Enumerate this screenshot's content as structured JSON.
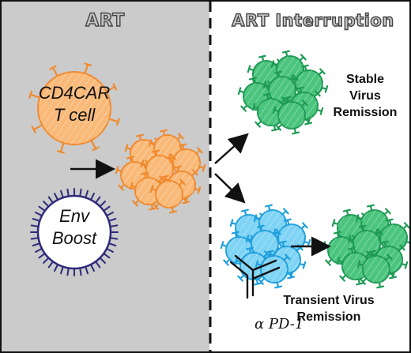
{
  "left_panel": {
    "title": "ART",
    "cd4car_label_line1": "CD4CAR",
    "cd4car_label_line2": "T cell",
    "env_label_line1": "Env",
    "env_label_line2": "Boost"
  },
  "right_panel": {
    "title": "ART Interruption",
    "stable_line1": "Stable",
    "stable_line2": "Virus",
    "stable_line3": "Remission",
    "transient_line1": "Transient Virus",
    "transient_line2": "Remission",
    "antibody_label": "α PD-1"
  },
  "colors": {
    "art_background": "#cbcbcb",
    "cd4car_cell": "#f9b978",
    "cd4car_edge": "#f08a2e",
    "env_fill": "#ffffff",
    "env_edge": "#2e2a7a",
    "stable_cells": "#4bc57e",
    "stable_edge": "#1e9a54",
    "transient_cells": "#7fd3f4",
    "transient_edge": "#1fa0dc",
    "divider": "#111111"
  }
}
